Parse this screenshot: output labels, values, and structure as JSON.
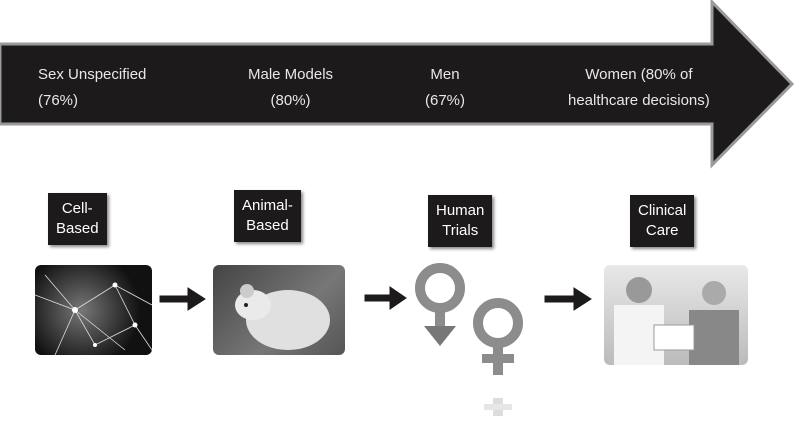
{
  "timeline": {
    "stages": [
      {
        "line1": "Sex Unspecified",
        "line2": "(76%)"
      },
      {
        "line1": "Male Models",
        "line2": "(80%)"
      },
      {
        "line1": "Men",
        "line2": "(67%)"
      },
      {
        "line1": "Women (80% of",
        "line2": "healthcare decisions)"
      }
    ]
  },
  "steps": [
    {
      "line1": "Cell-",
      "line2": "Based"
    },
    {
      "line1": "Animal-",
      "line2": "Based"
    },
    {
      "line1": "Human",
      "line2": "Trials"
    },
    {
      "line1": "Clinical",
      "line2": "Care"
    }
  ],
  "colors": {
    "arrow": "#1c1a1a",
    "border": "#8a8a8a",
    "symbol": "#8c8c8c"
  }
}
